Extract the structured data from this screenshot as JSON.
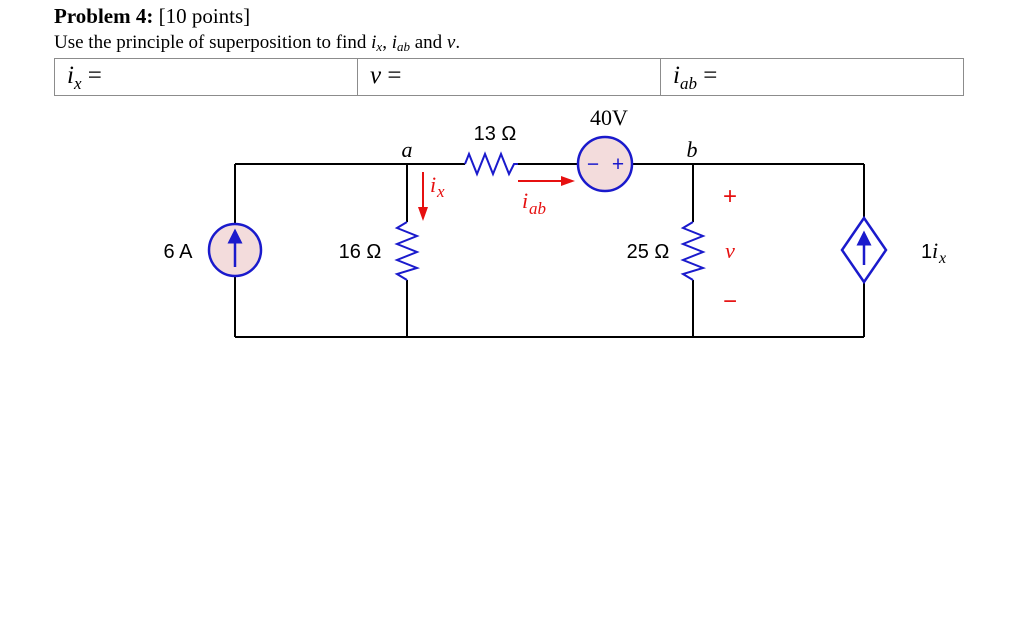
{
  "header": {
    "problem_title": "Problem 4:",
    "points": "[10 points]"
  },
  "instruction": {
    "prefix": "Use the principle of superposition to find",
    "var_ix": "i",
    "var_ix_sub": "x",
    "sep1": ", ",
    "var_iab": "i",
    "var_iab_sub": "ab",
    "mid": " and ",
    "var_v": "v",
    "end": "."
  },
  "answers": [
    {
      "var": "i",
      "sub": "x",
      "eq": " ="
    },
    {
      "var": "v",
      "sub": "",
      "eq": " ="
    },
    {
      "var": "i",
      "sub": "ab",
      "eq": " ="
    }
  ],
  "circuit": {
    "node_a": "a",
    "node_b": "b",
    "r13_label": "13 Ω",
    "r16_label": "16 Ω",
    "r25_label": "25 Ω",
    "vsrc_label": "40V",
    "vsrc_minus": "−",
    "vsrc_plus": "+",
    "isrc_label": "6 A",
    "dep_coeff": "1",
    "dep_var": "i",
    "dep_sub": "x",
    "ix_var": "i",
    "ix_sub": "x",
    "iab_var": "i",
    "iab_sub": "ab",
    "v_plus": "+",
    "v_label": "v",
    "v_minus": "−"
  },
  "colors": {
    "wire": "#000000",
    "component": "#1a1acc",
    "source_fill": "#f3dcdc",
    "annotation": "#e61010"
  }
}
